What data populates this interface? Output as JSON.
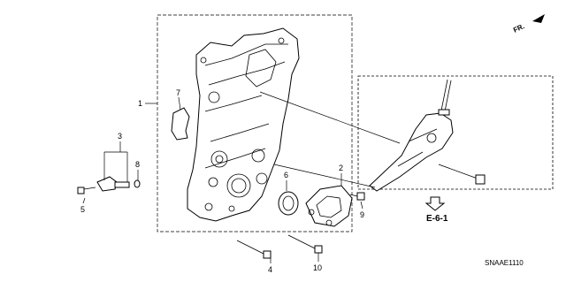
{
  "orientation": {
    "label": "FR."
  },
  "callouts": {
    "c1": "1",
    "c2": "2",
    "c3": "3",
    "c4": "4",
    "c5": "5",
    "c6": "6",
    "c7": "7",
    "c8": "8",
    "c9": "9",
    "c10": "10"
  },
  "reference": {
    "label": "E-6-1"
  },
  "diagram_code": "SNAAE1110",
  "icons": [
    "front-direction-arrow-icon",
    "reference-arrow-icon"
  ]
}
